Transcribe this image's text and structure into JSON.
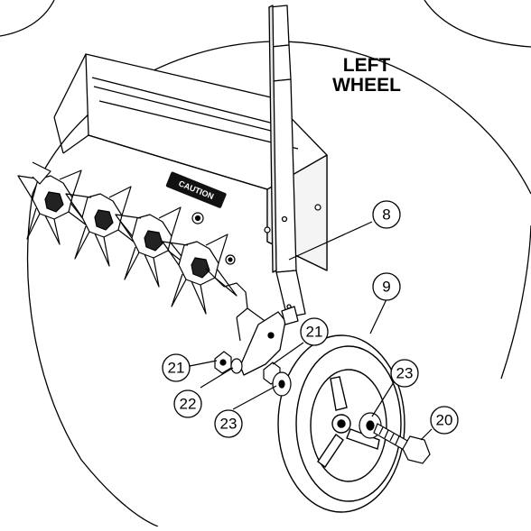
{
  "heading": {
    "line1": "LEFT",
    "line2": "WHEEL"
  },
  "decal_text": "CAUTION",
  "callouts": [
    {
      "id": "handle",
      "number": "8"
    },
    {
      "id": "wheel",
      "number": "9"
    },
    {
      "id": "bolt",
      "number": "20"
    },
    {
      "id": "nut",
      "number": "21"
    },
    {
      "id": "nut-upper",
      "number": "21"
    },
    {
      "id": "washer-22",
      "number": "22"
    },
    {
      "id": "washer-23-inner",
      "number": "23"
    },
    {
      "id": "washer-23-outer",
      "number": "23"
    }
  ],
  "colors": {
    "line": "#000000",
    "background": "#ffffff",
    "decal": "#111111"
  }
}
